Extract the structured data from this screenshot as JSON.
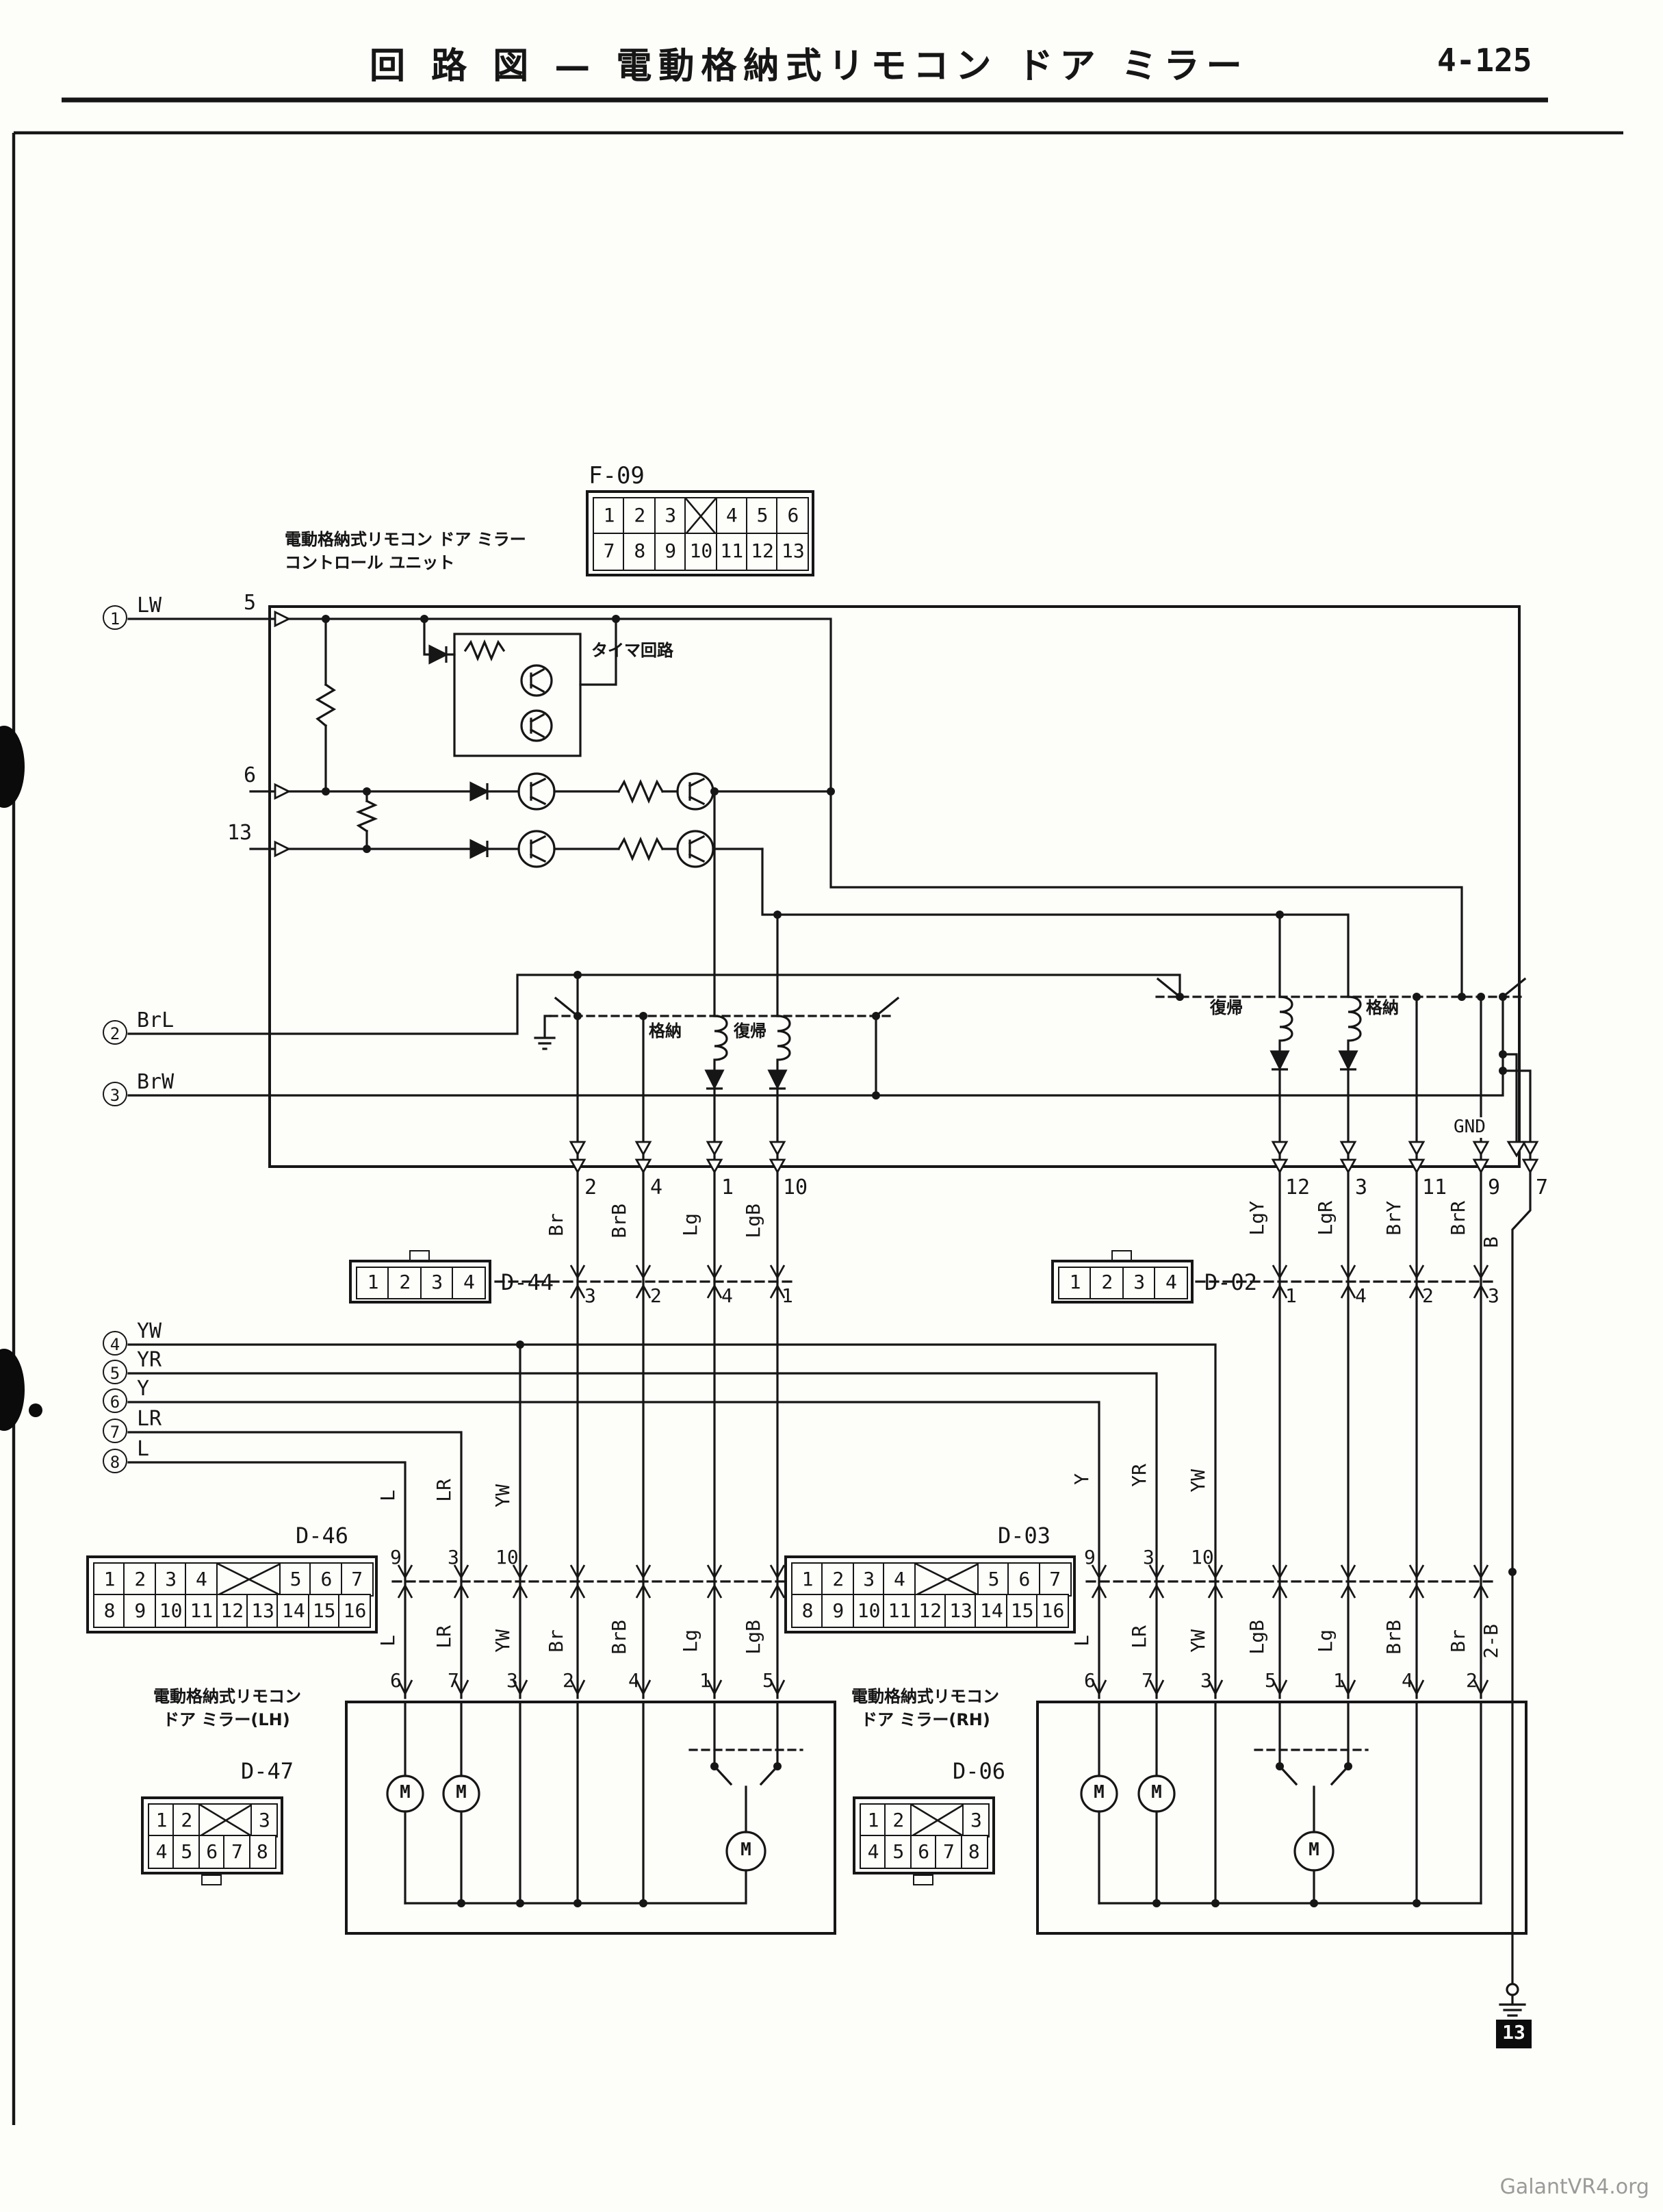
{
  "page": {
    "title": "回 路 図 — 電動格納式リモコン ドア ミラー",
    "page_number": "4-125",
    "tab_number": "13",
    "watermark": "GalantVR4.org"
  },
  "unit": {
    "name_line1": "電動格納式リモコン ドア ミラー",
    "name_line2": "コントロール ユニット",
    "timer_label": "タイマ回路",
    "gnd_label": "GND",
    "motor_symbol": "M",
    "relay_left": [
      "格納",
      "復帰"
    ],
    "relay_right": [
      "復帰",
      "格納"
    ],
    "pin_in": [
      "5",
      "6",
      "13"
    ],
    "pins_bottom_left": [
      "2",
      "4",
      "1",
      "10"
    ],
    "pins_bottom_right": [
      "12",
      "3",
      "11",
      "9",
      "7"
    ]
  },
  "inputs": [
    {
      "num": "1",
      "wire": "LW"
    },
    {
      "num": "2",
      "wire": "BrL"
    },
    {
      "num": "3",
      "wire": "BrW"
    },
    {
      "num": "4",
      "wire": "YW"
    },
    {
      "num": "5",
      "wire": "YR"
    },
    {
      "num": "6",
      "wire": "Y"
    },
    {
      "num": "7",
      "wire": "LR"
    },
    {
      "num": "8",
      "wire": "L"
    }
  ],
  "wires": {
    "top_left": [
      "Br",
      "BrB",
      "Lg",
      "LgB"
    ],
    "top_right": [
      "LgY",
      "LgR",
      "BrY",
      "BrR",
      "B"
    ],
    "d44_pins": [
      "3",
      "2",
      "4",
      "1"
    ],
    "d02_pins": [
      "1",
      "4",
      "2",
      "3"
    ],
    "d46_wires": [
      "L",
      "LR",
      "YW"
    ],
    "d46_pins": [
      "9",
      "3",
      "10"
    ],
    "d03_wires": [
      "Y",
      "YR",
      "YW"
    ],
    "d03_pins": [
      "9",
      "3",
      "10"
    ],
    "lh_wires": [
      "L",
      "LR",
      "YW",
      "Br",
      "BrB",
      "Lg",
      "LgB"
    ],
    "lh_pins": [
      "6",
      "7",
      "3",
      "2",
      "4",
      "1",
      "5"
    ],
    "rh_wires": [
      "L",
      "LR",
      "YW",
      "LgB",
      "Lg",
      "BrB",
      "Br"
    ],
    "rh_pins": [
      "6",
      "7",
      "3",
      "5",
      "1",
      "4",
      "2"
    ],
    "ground_wire": "2-B"
  },
  "mirrors": {
    "lh_line1": "電動格納式リモコン",
    "lh_line2": "ドア ミラー(LH)",
    "rh_line1": "電動格納式リモコン",
    "rh_line2": "ドア ミラー(RH)"
  },
  "connectors": {
    "f09": {
      "label": "F-09",
      "rows": [
        [
          "1",
          "2",
          "3",
          "X",
          "4",
          "5",
          "6"
        ],
        [
          "7",
          "8",
          "9",
          "10",
          "11",
          "12",
          "13"
        ]
      ]
    },
    "d44": {
      "label": "D-44",
      "rows": [
        [
          "1",
          "2",
          "3",
          "4"
        ]
      ]
    },
    "d02": {
      "label": "D-02",
      "rows": [
        [
          "1",
          "2",
          "3",
          "4"
        ]
      ]
    },
    "d46": {
      "label": "D-46",
      "rows": [
        [
          "1",
          "2",
          "3",
          "4",
          "X:2",
          "5",
          "6",
          "7"
        ],
        [
          "8",
          "9",
          "10",
          "11",
          "12",
          "13",
          "14",
          "15",
          "16"
        ]
      ]
    },
    "d03": {
      "label": "D-03",
      "rows": [
        [
          "1",
          "2",
          "3",
          "4",
          "X:2",
          "5",
          "6",
          "7"
        ],
        [
          "8",
          "9",
          "10",
          "11",
          "12",
          "13",
          "14",
          "15",
          "16"
        ]
      ]
    },
    "d47": {
      "label": "D-47",
      "rows": [
        [
          "1",
          "2",
          "X:2",
          "3"
        ],
        [
          "4",
          "5",
          "6",
          "7",
          "8"
        ]
      ]
    },
    "d06": {
      "label": "D-06",
      "rows": [
        [
          "1",
          "2",
          "X:2",
          "3"
        ],
        [
          "4",
          "5",
          "6",
          "7",
          "8"
        ]
      ]
    }
  }
}
